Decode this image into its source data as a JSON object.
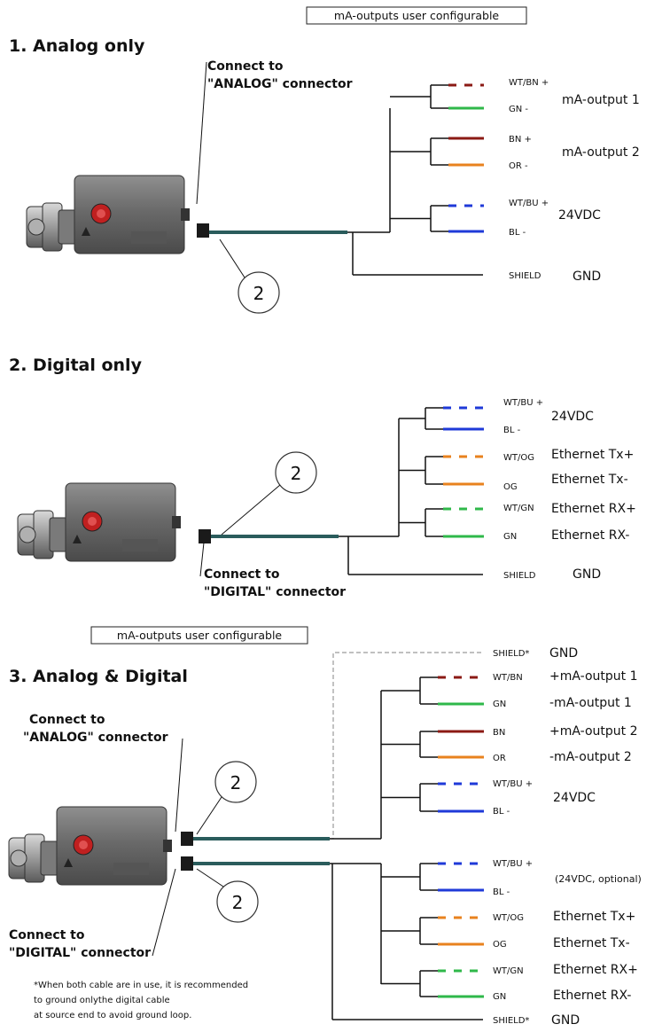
{
  "colors": {
    "white_brown": "#8b1a14",
    "green": "#2fb84a",
    "brown": "#8b1a14",
    "orange": "#e8821e",
    "blue": "#1f3ad8",
    "cable": "#2a5c5c",
    "line": "#111111"
  },
  "icons": [
    "sensor-device-icon",
    "callout-2-icon"
  ],
  "top_box": "mA-outputs user configurable",
  "sections": {
    "analog": {
      "title": "1. Analog only",
      "connect_line1": "Connect to",
      "connect_line2": "\"ANALOG\" connector",
      "callout": "2",
      "wires": [
        {
          "code": "WT/BN +",
          "color": "white_brown",
          "dashed": true
        },
        {
          "code": "GN   -",
          "color": "green",
          "dashed": false
        },
        {
          "code": "BN    +",
          "color": "brown",
          "dashed": false
        },
        {
          "code": "OR    -",
          "color": "orange",
          "dashed": false
        },
        {
          "code": "WT/BU +",
          "color": "blue",
          "dashed": true
        },
        {
          "code": "BL    -",
          "color": "blue",
          "dashed": false
        },
        {
          "code": "SHIELD",
          "color": "line",
          "dashed": false
        }
      ],
      "labels": [
        "mA-output 1",
        "mA-output 2",
        "24VDC",
        "GND"
      ]
    },
    "digital": {
      "title": "2. Digital only",
      "connect_line1": "Connect to",
      "connect_line2": "\"DIGITAL\" connector",
      "callout": "2",
      "wires": [
        {
          "code": "WT/BU +",
          "color": "blue",
          "dashed": true
        },
        {
          "code": "BL    -",
          "color": "blue",
          "dashed": false
        },
        {
          "code": "WT/OG",
          "color": "orange",
          "dashed": true
        },
        {
          "code": "OG",
          "color": "orange",
          "dashed": false
        },
        {
          "code": "WT/GN",
          "color": "green",
          "dashed": true
        },
        {
          "code": "GN",
          "color": "green",
          "dashed": false
        },
        {
          "code": "SHIELD",
          "color": "line",
          "dashed": false
        }
      ],
      "labels": [
        "24VDC",
        "Ethernet Tx+",
        "Ethernet Tx-",
        "Ethernet RX+",
        "Ethernet RX-",
        "GND"
      ]
    },
    "both": {
      "box": "mA-outputs user configurable",
      "title": "3. Analog & Digital",
      "analog_line1": "Connect to",
      "analog_line2": "\"ANALOG\" connector",
      "digital_line1": "Connect to",
      "digital_line2": "\"DIGITAL\" connector",
      "callout_top": "2",
      "callout_bottom": "2",
      "shield_top": "SHIELD*",
      "gnd_top": "GND",
      "wires_top": [
        {
          "code": "WT/BN",
          "color": "white_brown",
          "dashed": true,
          "label": "+mA-output 1"
        },
        {
          "code": "GN",
          "color": "green",
          "dashed": false,
          "label": "-mA-output 1"
        },
        {
          "code": "BN",
          "color": "brown",
          "dashed": false,
          "label": "+mA-output 2"
        },
        {
          "code": "OR",
          "color": "orange",
          "dashed": false,
          "label": "-mA-output 2"
        },
        {
          "code": "WT/BU +",
          "color": "blue",
          "dashed": true,
          "label": ""
        },
        {
          "code": "BL    -",
          "color": "blue",
          "dashed": false,
          "label": ""
        }
      ],
      "label_24vdc": "24VDC",
      "wires_bottom": [
        {
          "code": "WT/BU +",
          "color": "blue",
          "dashed": true,
          "label": ""
        },
        {
          "code": "BL    -",
          "color": "blue",
          "dashed": false,
          "label": ""
        },
        {
          "code": "WT/OG",
          "color": "orange",
          "dashed": true,
          "label": "Ethernet Tx+"
        },
        {
          "code": "OG",
          "color": "orange",
          "dashed": false,
          "label": "Ethernet Tx-"
        },
        {
          "code": "WT/GN",
          "color": "green",
          "dashed": true,
          "label": "Ethernet RX+"
        },
        {
          "code": "GN",
          "color": "green",
          "dashed": false,
          "label": "Ethernet RX-"
        }
      ],
      "label_24vdc_optional": "(24VDC, optional)",
      "shield_bottom": "SHIELD*",
      "gnd_bottom": "GND",
      "note_line1": "*When both cable are in use, it is recommended",
      "note_line2": "to ground onlythe digital cable",
      "note_line3": "at source end to avoid ground loop."
    }
  }
}
